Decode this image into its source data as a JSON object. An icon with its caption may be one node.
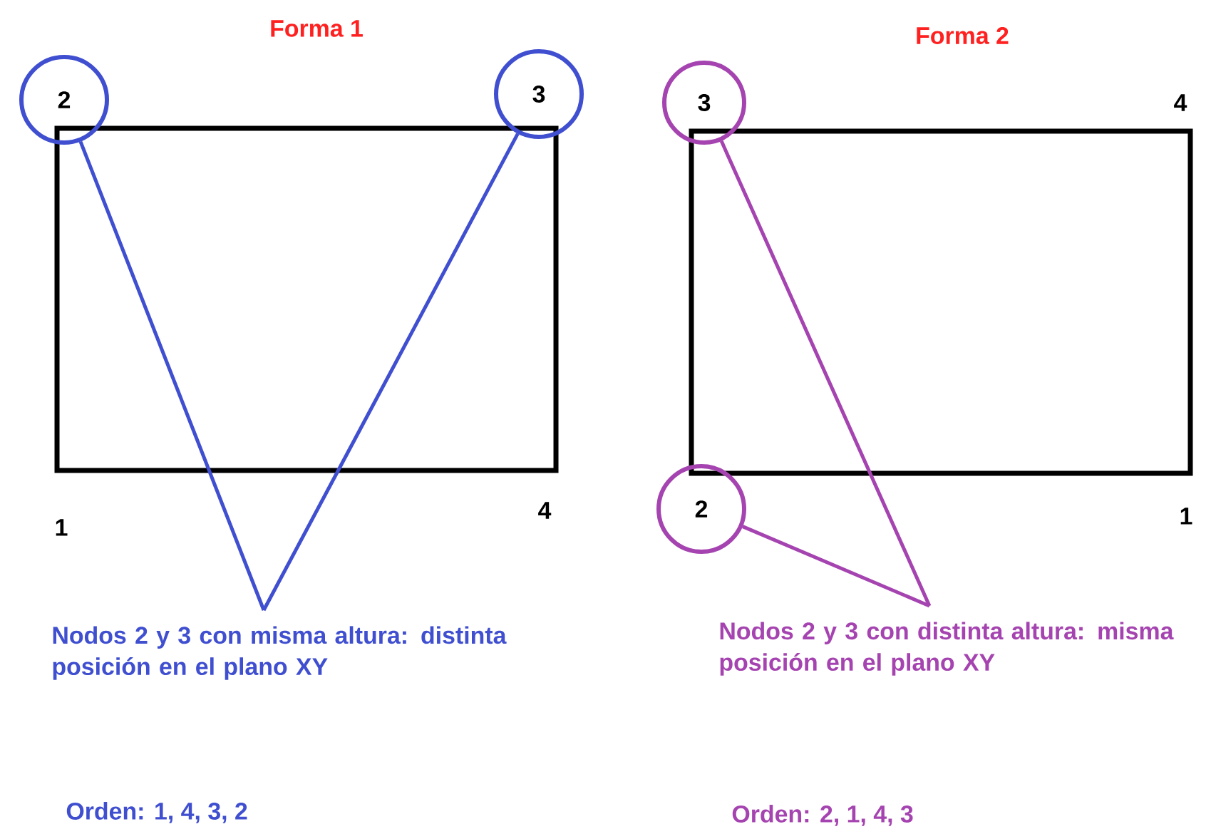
{
  "diagram": {
    "nodes": [
      {
        "text": [],
        "shape": "box"
      },
      {
        "text": [
          "2"
        ]
      },
      {
        "text": [
          "3"
        ]
      },
      {
        "text": [
          "Nodos 2 y 3 con misma altura: distinta posición en el plano XY"
        ]
      },
      {
        "text": [],
        "shape": "box"
      },
      {
        "text": [
          "3"
        ]
      },
      {
        "text": [
          "2"
        ]
      },
      {
        "text": [
          "Nodos 2 y 3 con distinta altura: misma posición en el plano XY"
        ]
      }
    ],
    "edges": [
      {
        "from": 3,
        "to": 1,
        "arrow": "none",
        "color": "#3f4fd0"
      },
      {
        "from": 3,
        "to": 2,
        "arrow": "none",
        "color": "#3f4fd0"
      },
      {
        "from": 7,
        "to": 5,
        "arrow": "none",
        "color": "#a544b0"
      },
      {
        "from": 7,
        "to": 6,
        "arrow": "none",
        "color": "#a544b0"
      }
    ],
    "labels": [
      "Forma 1",
      "Forma 2",
      "4",
      "1",
      "4",
      "1",
      "Orden: 1, 4, 3, 2",
      "Orden: 2, 1, 4, 3"
    ]
  }
}
